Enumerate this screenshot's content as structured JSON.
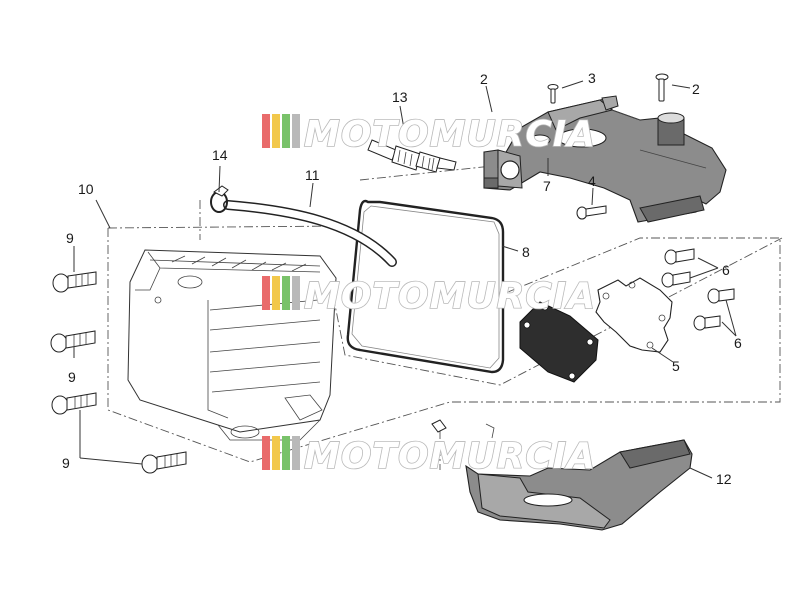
{
  "watermark": {
    "text": "MOTOMURCIA",
    "stripe_colors": [
      "#e96b6b",
      "#f2c84b",
      "#79c26a",
      "#b9b9b9"
    ]
  },
  "callouts": {
    "n2a": "2",
    "n2b": "2",
    "n3": "3",
    "n4": "4",
    "n5": "5",
    "n6a": "6",
    "n6b": "6",
    "n7": "7",
    "n8": "8",
    "n9a": "9",
    "n9b": "9",
    "n9c": "9",
    "n10": "10",
    "n11": "11",
    "n12": "12",
    "n13": "13",
    "n14": "14"
  },
  "colors": {
    "part_fill": "#8c8c8c",
    "gasket_fill": "#2e2e2e",
    "line": "#333333"
  }
}
